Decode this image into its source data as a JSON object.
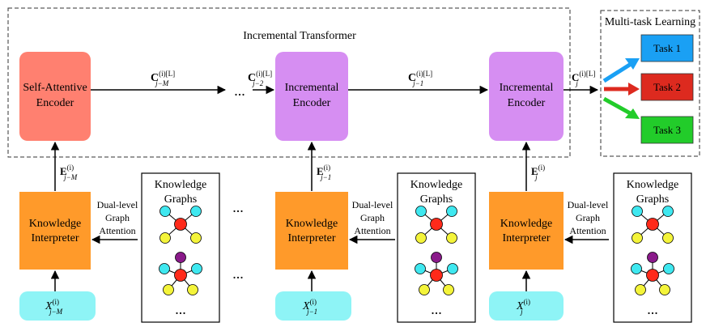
{
  "regions": {
    "transformer_title": "Incremental Transformer",
    "multitask_title": "Multi-task Learning"
  },
  "encoders": [
    {
      "line1": "Self-Attentive",
      "line2": "Encoder",
      "color": "#ff8070"
    },
    {
      "line1": "Incremental",
      "line2": "Encoder",
      "color": "#d68ef2"
    },
    {
      "line1": "Incremental",
      "line2": "Encoder",
      "color": "#d68ef2"
    }
  ],
  "context_labels": [
    {
      "base": "C",
      "sup": "(i)[L]",
      "sub": "j−M"
    },
    {
      "base": "C",
      "sup": "(i)[L]",
      "sub": "j−2"
    },
    {
      "base": "C",
      "sup": "(i)[L]",
      "sub": "j−1"
    },
    {
      "base": "C",
      "sup": "(i)[L]",
      "sub": "j"
    }
  ],
  "embedding_labels": [
    {
      "base": "E",
      "sup": "(i)",
      "sub": "j−M"
    },
    {
      "base": "E",
      "sup": "(i)",
      "sub": "j−1"
    },
    {
      "base": "E",
      "sup": "(i)",
      "sub": "j"
    }
  ],
  "interpreters": {
    "line1": "Knowledge",
    "line2": "Interpreter",
    "color": "#ff9a2a"
  },
  "inputs": [
    {
      "base": "X",
      "sup": "(i)",
      "sub": "j−M"
    },
    {
      "base": "X",
      "sup": "(i)",
      "sub": "j−1"
    },
    {
      "base": "X",
      "sup": "(i)",
      "sub": "j"
    }
  ],
  "input_color": "#8ef4f6",
  "graph_box": {
    "line1": "Knowledge",
    "line2": "Graphs",
    "ellipsis": "..."
  },
  "attention_label": {
    "line1": "Dual-level",
    "line2": "Graph",
    "line3": "Attention"
  },
  "ellipsis": "...",
  "tasks": [
    {
      "label": "Task 1",
      "color": "#1aa0f4"
    },
    {
      "label": "Task 2",
      "color": "#dd2a1f"
    },
    {
      "label": "Task 3",
      "color": "#22cc2a"
    }
  ],
  "node_colors": {
    "center": "#ff2a1a",
    "leaf_cyan": "#3fe8f0",
    "leaf_yellow": "#f4f43a",
    "top_purple": "#8a1a8a"
  }
}
